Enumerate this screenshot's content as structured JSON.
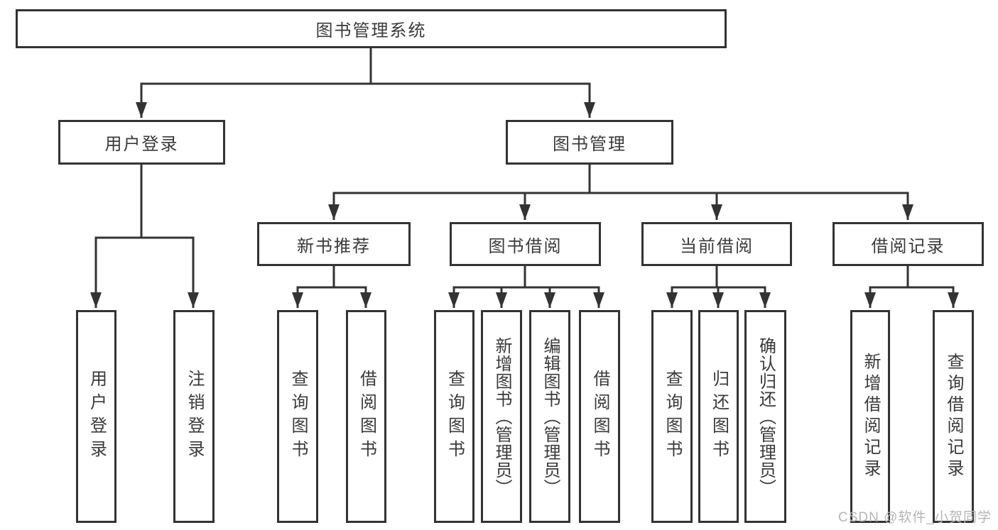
{
  "diagram": {
    "type": "hierarchy-tree",
    "colors": {
      "line": "#333333",
      "border": "#333333",
      "text": "#3a3a3a",
      "background": "#ffffff",
      "watermark": "#b5b5b5"
    }
  },
  "tree": {
    "label": "图书管理系统",
    "children": [
      {
        "label": "用户登录",
        "children": [
          {
            "label": "用户登录"
          },
          {
            "label": "注销登录"
          }
        ]
      },
      {
        "label": "图书管理",
        "children": [
          {
            "label": "新书推荐",
            "children": [
              {
                "label": "查询图书"
              },
              {
                "label": "借阅图书"
              }
            ]
          },
          {
            "label": "图书借阅",
            "children": [
              {
                "label": "查询图书"
              },
              {
                "label": "新增图书（管理员）"
              },
              {
                "label": "编辑图书（管理员）"
              },
              {
                "label": "借阅图书"
              }
            ]
          },
          {
            "label": "当前借阅",
            "children": [
              {
                "label": "查询图书"
              },
              {
                "label": "归还图书"
              },
              {
                "label": "确认归还（管理员）"
              }
            ]
          },
          {
            "label": "借阅记录",
            "children": [
              {
                "label": "新增借阅记录"
              },
              {
                "label": "查询借阅记录"
              }
            ]
          }
        ]
      }
    ]
  },
  "watermark": {
    "text": "CSDN @软件_小贺同学"
  }
}
